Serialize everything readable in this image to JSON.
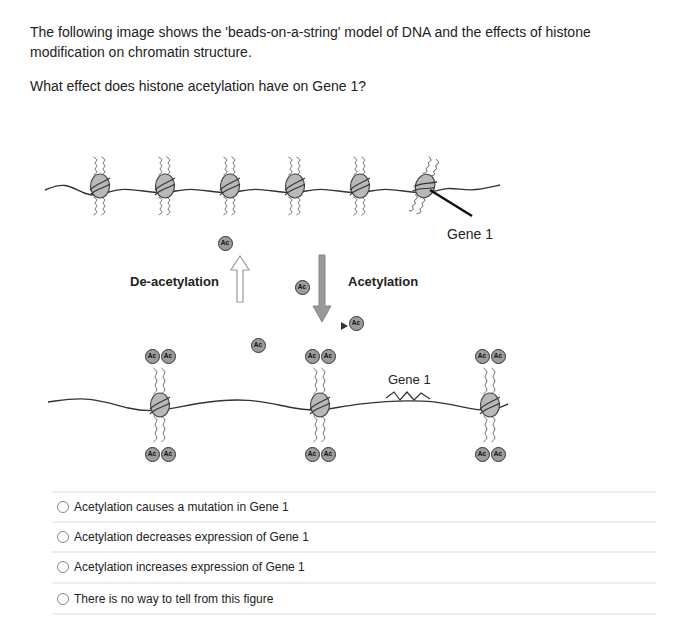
{
  "diagram": {
    "title": "The following image shows the 'beads-on-a-string' model of DNA and the effects of histone modification on chromatin structure.",
    "nodes": [
      {
        "text": [
          "Ac"
        ]
      },
      {
        "text": [
          "Ac"
        ]
      },
      {
        "text": [
          "Ac"
        ]
      },
      {
        "text": [
          "Ac"
        ]
      },
      {
        "text": [
          "Ac"
        ]
      },
      {
        "text": [
          "Ac"
        ]
      },
      {
        "text": [
          "Ac"
        ]
      },
      {
        "text": [
          "Ac"
        ]
      },
      {
        "text": [
          "Ac"
        ]
      },
      {
        "text": [
          "Ac"
        ]
      },
      {
        "text": [
          "Ac"
        ]
      },
      {
        "text": [
          "Ac"
        ]
      },
      {
        "text": [
          "Ac"
        ]
      },
      {
        "text": [
          "Ac"
        ]
      },
      {
        "text": [
          "Ac"
        ]
      },
      {
        "text": [
          "Ac"
        ]
      }
    ],
    "labels": [
      "What effect does histone acetylation have on Gene 1?",
      "Gene 1",
      "De-acetylation",
      "Acetylation",
      "Gene 1",
      "Acetylation causes a mutation in Gene 1",
      "Acetylation decreases expression of Gene 1",
      "Acetylation increases expression of Gene 1",
      "There is no way to tell from this figure"
    ]
  }
}
